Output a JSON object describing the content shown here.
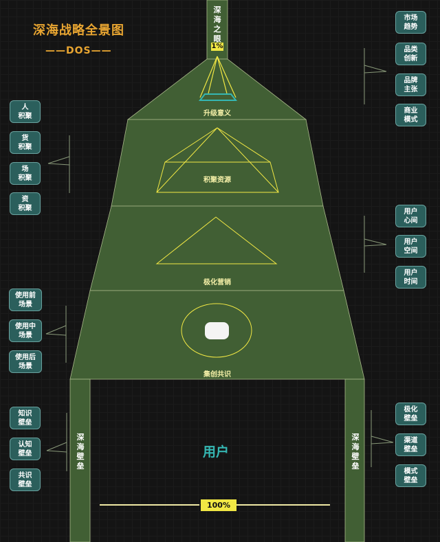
{
  "title": "深海战略全景图",
  "subtitle": "——DOS——",
  "top_stem": {
    "label": "深海之眼",
    "percent": "1%"
  },
  "levels": {
    "upgrade": "升级意义",
    "accumulate": "积聚资源",
    "polarize": "极化营销",
    "cocreate": "集创共识"
  },
  "user_label": "用户",
  "bottom_percent": "100%",
  "walls": {
    "left": "深海壁垒",
    "right": "深海壁垒"
  },
  "right_groups": {
    "market": [
      "市场\n趋势",
      "品类\n创新",
      "品牌\n主张",
      "商业\n模式"
    ],
    "user": [
      "用户\n心间",
      "用户\n空间",
      "用户\n时间"
    ],
    "barrier": [
      "极化\n壁垒",
      "渠道\n壁垒",
      "模式\n壁垒"
    ]
  },
  "left_groups": {
    "accumulate": [
      "人\n积聚",
      "货\n积聚",
      "场\n积聚",
      "资\n积聚"
    ],
    "scene": [
      "使用前\n场景",
      "使用中\n场景",
      "使用后\n场景"
    ],
    "barrier": [
      "知识\n壁垒",
      "认知\n壁垒",
      "共识\n壁垒"
    ]
  },
  "colors": {
    "fill": "#415f34",
    "stroke": "#a9b98a",
    "accent": "#f2e844",
    "button": "#2b5f5c",
    "title": "#e8a531"
  }
}
